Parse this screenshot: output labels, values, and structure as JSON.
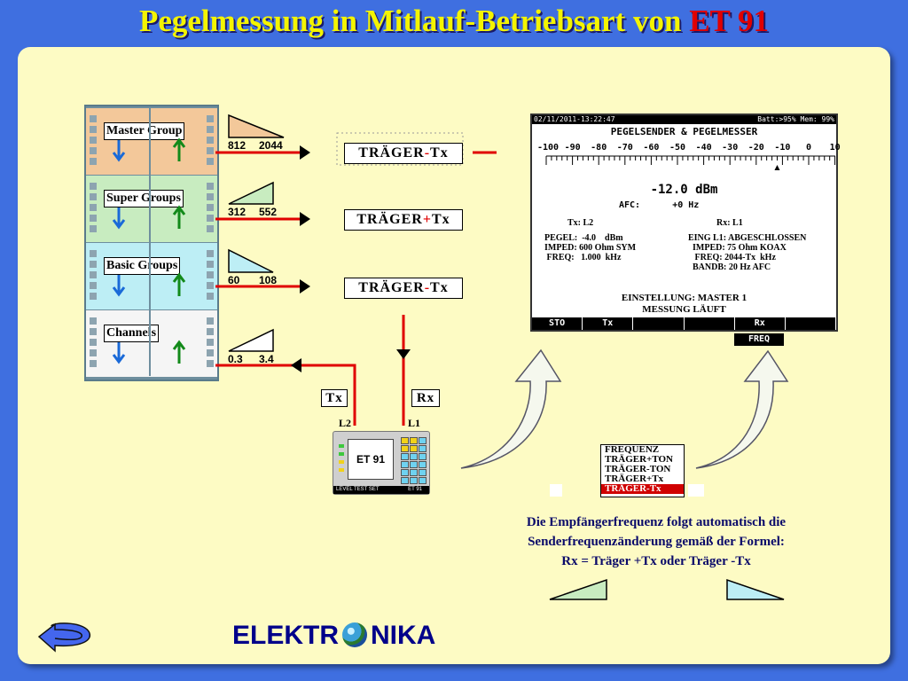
{
  "title": {
    "prefix": "Pegelmessung in Mitlauf-Betriebsart  von ",
    "device_name": "ET 91"
  },
  "hierarchy": [
    {
      "label": "Master Group",
      "low": "812",
      "high": "2044",
      "color": "#f3c89a"
    },
    {
      "label": "Super Groups",
      "low": "312",
      "high": "552",
      "color": "#c8ecc0"
    },
    {
      "label": "Basic Groups",
      "low": "60",
      "high": "108",
      "color": "#bdeef5"
    },
    {
      "label": "Channels",
      "low": "0.3",
      "high": "3.4",
      "color": "#f5f5f5"
    }
  ],
  "carrier_tags": [
    {
      "pre": "TRÄGER",
      "sign": "-",
      "post": "Tx"
    },
    {
      "pre": "TRÄGER",
      "sign": "+",
      "post": "Tx"
    },
    {
      "pre": "TRÄGER",
      "sign": "-",
      "post": "Tx"
    }
  ],
  "port_labels": {
    "tx": "Tx",
    "rx": "Rx",
    "l2": "L2",
    "l1": "L1"
  },
  "device": {
    "lcd": "ET 91",
    "strip_left": "LEVEL TEST SET",
    "strip_right": "ET 91"
  },
  "screen": {
    "datetime": "02/11/2011-13:22:47",
    "status": "Batt:>95%  Mem: 99%",
    "header": "PEGELSENDER & PEGELMESSER",
    "scale": [
      "-100",
      "-90",
      "-80",
      "-70",
      "-60",
      "-50",
      "-40",
      "-30",
      "-20",
      "-10",
      "0",
      "10"
    ],
    "level": "-12.0 dBm",
    "afc": "AFC:      +0 Hz",
    "tx_hdr": "Tx: L2",
    "rx_hdr": "Rx: L1",
    "left_lines": [
      "PEGEL:  -4.0    dBm",
      "IMPED: 600 Ohm SYM",
      " FREQ:   1.000  kHz"
    ],
    "right_lines": [
      "EING L1: ABGESCHLOSSEN",
      "  IMPED: 75 Ohm KOAX",
      "   FREQ: 2044-Tx  kHz",
      "  BANDB: 20 Hz AFC"
    ],
    "setting": "EINSTELLUNG: MASTER 1",
    "running": "MESSUNG LÄUFT",
    "softkeys": [
      "STO",
      "Tx",
      "",
      "",
      "Rx",
      ""
    ],
    "freq_key": "FREQ"
  },
  "menu": {
    "items": [
      "FREQUENZ",
      "TRÄGER+TON",
      "TRÄGER-TON",
      "TRÄGER+Tx",
      "TRÄGER-Tx"
    ],
    "selected_index": 4
  },
  "caption": [
    "Die Empfängerfrequenz folgt automatisch die",
    "Senderfrequenzänderung gemäß der Formel:",
    "Rx = Träger +Tx oder Träger -Tx"
  ],
  "logo": {
    "left": "ELEKTR",
    "right": "NIKA"
  },
  "colors": {
    "background": "#3f6fe0",
    "panel": "#fdfbc4",
    "title": "#f4f400",
    "line": "#e00000",
    "accent_red": "#e00000"
  }
}
